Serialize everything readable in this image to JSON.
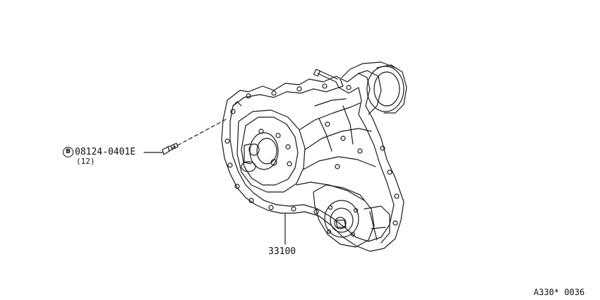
{
  "parts": {
    "bolt": {
      "prefix": "B",
      "part_number": "08124-0401E",
      "quantity": "(12)"
    },
    "transfer_case": {
      "part_number": "33100"
    }
  },
  "diagram_code": "A330* 0036"
}
